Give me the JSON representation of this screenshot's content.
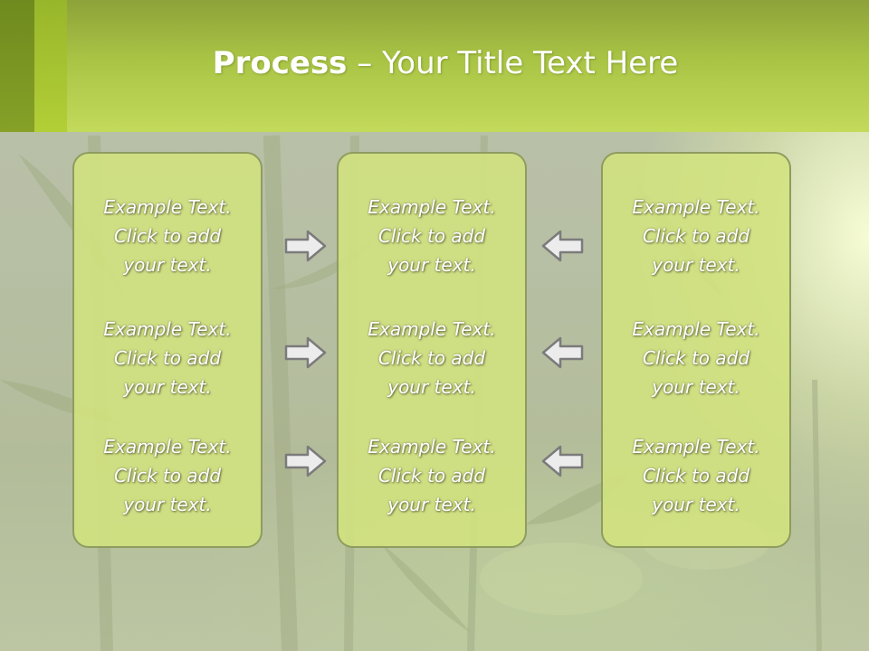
{
  "title": {
    "bold": "Process",
    "rest": " – Your Title Text Here"
  },
  "columns": [
    {
      "items": [
        [
          "Example Text.",
          "Click  to add",
          "your text."
        ],
        [
          "Example Text.",
          "Click  to add",
          "your text."
        ],
        [
          "Example Text.",
          "Click  to add",
          "your text."
        ]
      ]
    },
    {
      "items": [
        [
          "Example Text.",
          "Click  to add",
          "your text."
        ],
        [
          "Example Text.",
          "Click  to add",
          "your text."
        ],
        [
          "Example Text.",
          "Click  to add",
          "your text."
        ]
      ]
    },
    {
      "items": [
        [
          "Example Text.",
          "Click  to add",
          "your text."
        ],
        [
          "Example Text.",
          "Click  to add",
          "your text."
        ],
        [
          "Example Text.",
          "Click  to add",
          "your text."
        ]
      ]
    }
  ],
  "arrows": {
    "left_group": {
      "direction": "right",
      "count": 3
    },
    "right_group": {
      "direction": "left",
      "count": 3
    }
  },
  "colors": {
    "header": "#a9c445",
    "box_fill": "#d1e27e",
    "box_border": "#8e9c60",
    "arrow_fill": "#ececec",
    "arrow_stroke": "#7b7b7b"
  }
}
